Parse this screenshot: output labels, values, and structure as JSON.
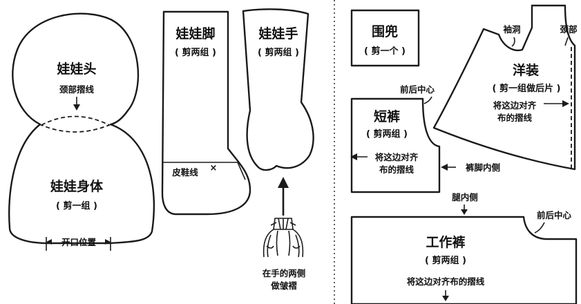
{
  "doll_head": {
    "title": "娃娃头",
    "neck_fold": "颈部摺线"
  },
  "doll_body": {
    "title": "娃娃身体",
    "cut": "( 剪一组 )",
    "opening": "开口位置"
  },
  "doll_foot": {
    "title": "娃娃脚",
    "cut": "( 剪两组 )",
    "shoe_line": "皮鞋线",
    "x_mark": "×"
  },
  "doll_hand": {
    "title": "娃娃手",
    "cut": "( 剪两组 )",
    "note_line1": "在手的两侧",
    "note_line2": "做皱褶"
  },
  "bib": {
    "title": "围兜",
    "cut": "( 剪一个 )"
  },
  "dress": {
    "title": "洋装",
    "cut": "( 剪一组做后片 )",
    "sleeve_hole": "袖洞",
    "neck": "颈部",
    "fold_line1": "将这边对齐",
    "fold_line2": "布的摺线"
  },
  "shorts": {
    "title": "短裤",
    "cut": "( 剪两组 )",
    "center": "前后中心",
    "fold_line1": "将这边对齐",
    "fold_line2": "布的摺线",
    "inseam": "裤脚内侧"
  },
  "overalls": {
    "title": "工作裤",
    "cut": "( 剪两组 )",
    "leg_inner": "腿内侧",
    "center": "前后中心",
    "fold_line": "将这边对齐布的摺线"
  }
}
